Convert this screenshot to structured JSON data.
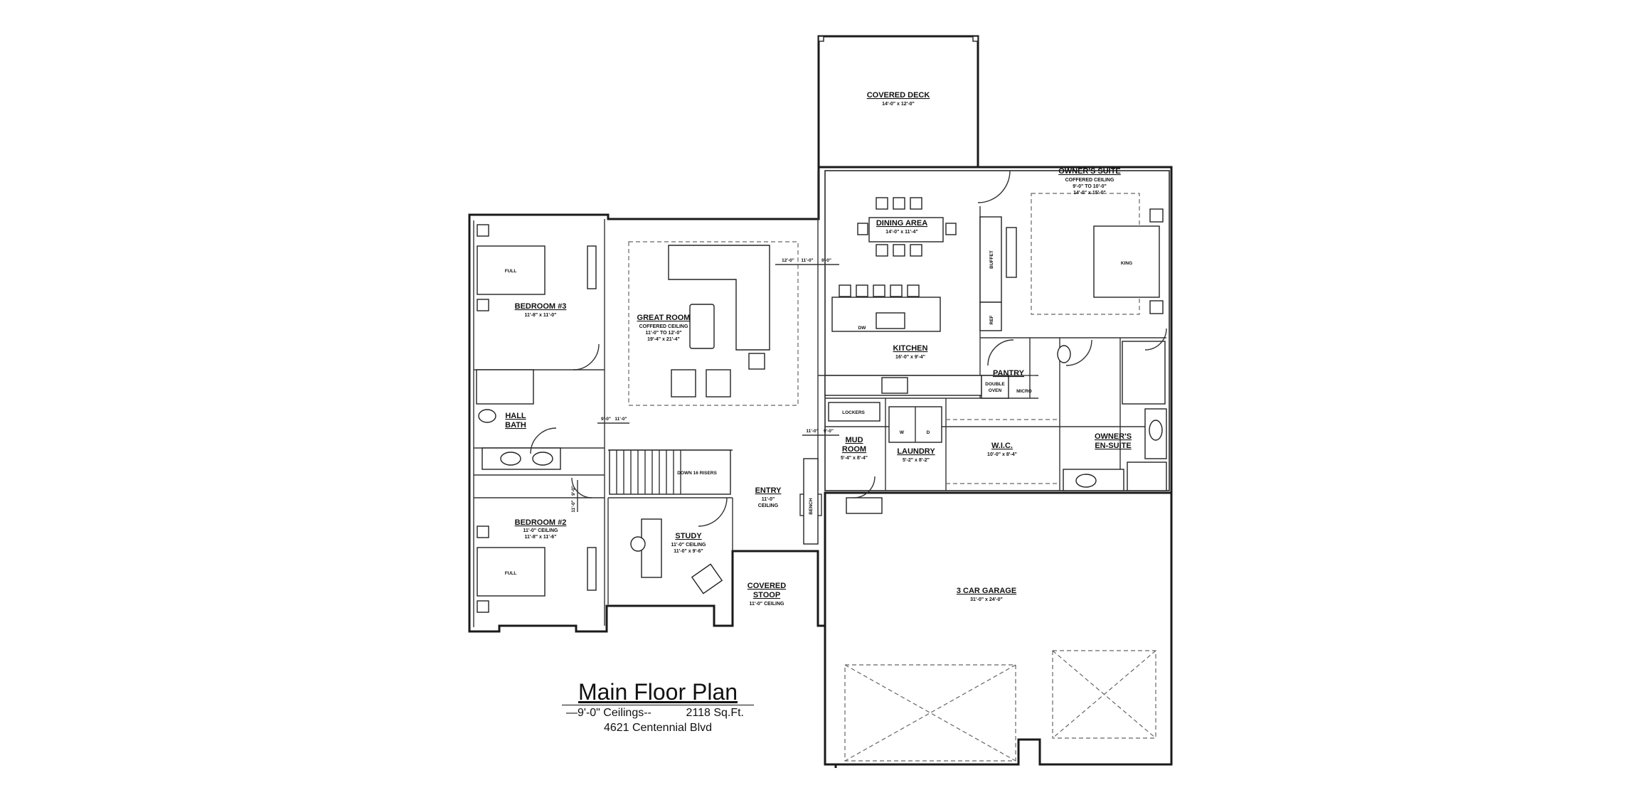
{
  "rooms": {
    "covered_deck": {
      "name": "COVERED DECK",
      "dims": "14'-0\" x 12'-0\""
    },
    "dining": {
      "name": "DINING AREA",
      "dims": "14'-0\" x 11'-4\""
    },
    "owners_suite": {
      "name": "OWNER'S SUITE",
      "line1": "COFFERED CEILING",
      "line2": "9'-0\" TO 10'-0\"",
      "dims": "14'-0\" x 15'-0\""
    },
    "bedroom3": {
      "name": "BEDROOM #3",
      "dims": "11'-8\" x 11'-0\""
    },
    "great_room": {
      "name": "GREAT ROOM",
      "line1": "COFFERED CEILING",
      "line2": "11'-0\" TO 12'-0\"",
      "dims": "19'-4\" x 21'-4\""
    },
    "kitchen": {
      "name": "KITCHEN",
      "dims": "16'-0\" x 9'-4\""
    },
    "pantry": {
      "name": "PANTRY"
    },
    "hall_bath": {
      "line1": "HALL",
      "line2": "BATH"
    },
    "mud_room": {
      "line1": "MUD",
      "line2": "ROOM",
      "dims": "5'-4\" x 8'-4\""
    },
    "laundry": {
      "name": "LAUNDRY",
      "dims": "5'-2\" x 8'-2\""
    },
    "wic": {
      "name": "W.I.C.",
      "dims": "10'-0\" x 8'-4\""
    },
    "owners_ensuite": {
      "line1": "OWNER'S",
      "line2": "EN-SUITE"
    },
    "entry": {
      "name": "ENTRY",
      "line1": "11'-0\"",
      "line2": "CEILING"
    },
    "bedroom2": {
      "name": "BEDROOM #2",
      "line1": "11'-0\" CEILING",
      "dims": "11'-8\" x 11'-6\""
    },
    "study": {
      "name": "STUDY",
      "line1": "11'-0\" CEILING",
      "dims": "11'-0\" x 9'-6\""
    },
    "covered_stoop": {
      "line1": "COVERED",
      "line2": "STOOP",
      "line3": "11'-0\" CEILING"
    },
    "garage": {
      "name": "3 CAR GARAGE",
      "dims": "31'-0\" x 24'-0\""
    }
  },
  "fixtures": {
    "full_bed_top": "FULL",
    "full_bed_bottom": "FULL",
    "king_bed": "KING",
    "dw": "DW",
    "w": "W",
    "d": "D",
    "ref": "REF",
    "buffet": "BUFFET",
    "double_oven_1": "DOUBLE",
    "double_oven_2": "OVEN",
    "micro": "MICRO",
    "lockers": "LOCKERS",
    "bench": "BENCH",
    "stairs": "DOWN 16 RISERS"
  },
  "ceiling_marks": {
    "great_left": "12'-0\"",
    "great_mid": "11'-0\"",
    "great_right": "9'-0\"",
    "hall_left": "9'-0\"",
    "hall_right": "11'-0\"",
    "mud_left": "11'-0\"",
    "mud_right": "9'-0\"",
    "bed2_a": "11'-0\"",
    "bed2_b": "9'-0\""
  },
  "title": {
    "main": "Main Floor Plan",
    "ceilings": "—9'-0\" Ceilings--",
    "sqft": "2118 Sq.Ft.",
    "address": "4621 Centennial Blvd"
  }
}
